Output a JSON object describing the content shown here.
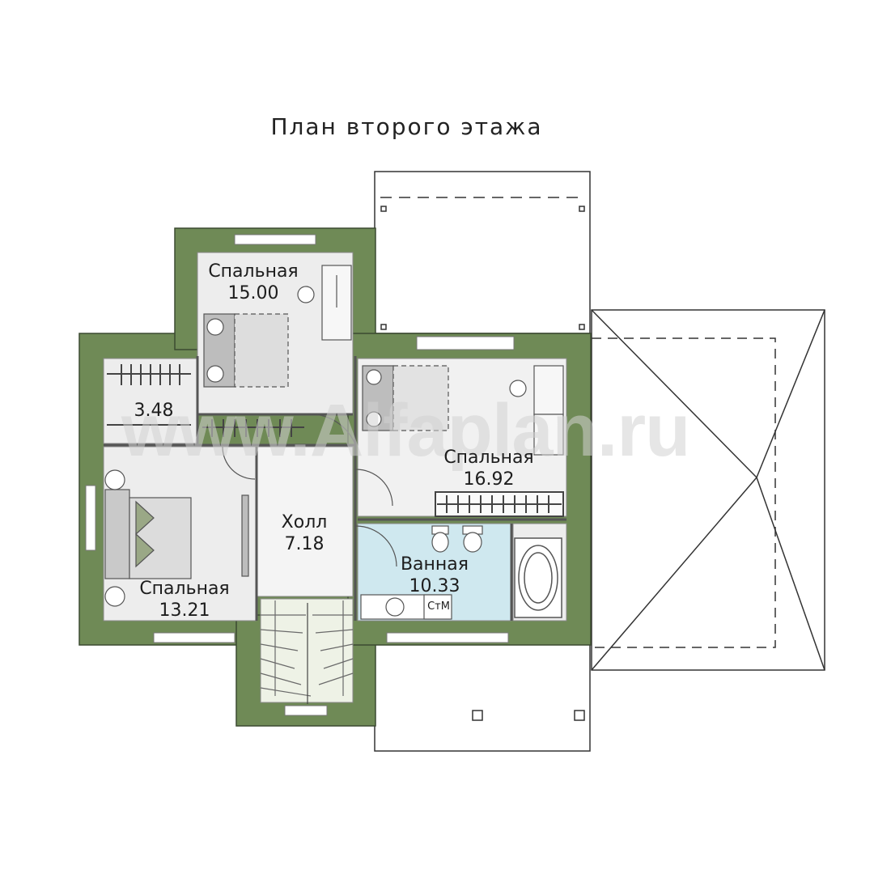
{
  "title": "План второго этажа",
  "rooms": [
    {
      "id": "bedroom-1",
      "name": "Спальная",
      "area": "15.00"
    },
    {
      "id": "closet",
      "name": "",
      "area": "3.48"
    },
    {
      "id": "bedroom-2",
      "name": "Спальная",
      "area": "16.92"
    },
    {
      "id": "bedroom-3",
      "name": "Спальная",
      "area": "13.21"
    },
    {
      "id": "hall",
      "name": "Холл",
      "area": "7.18"
    },
    {
      "id": "bathroom",
      "name": "Ванная",
      "area": "10.33"
    }
  ],
  "washer_label": "СтМ",
  "watermark": "www.Alfaplan.ru",
  "colors": {
    "wall": "#6f8a56",
    "wall_edge": "#3c4a30",
    "floor": "#ededed",
    "bath_floor": "#cfe8ef",
    "roof_line": "#333333"
  }
}
